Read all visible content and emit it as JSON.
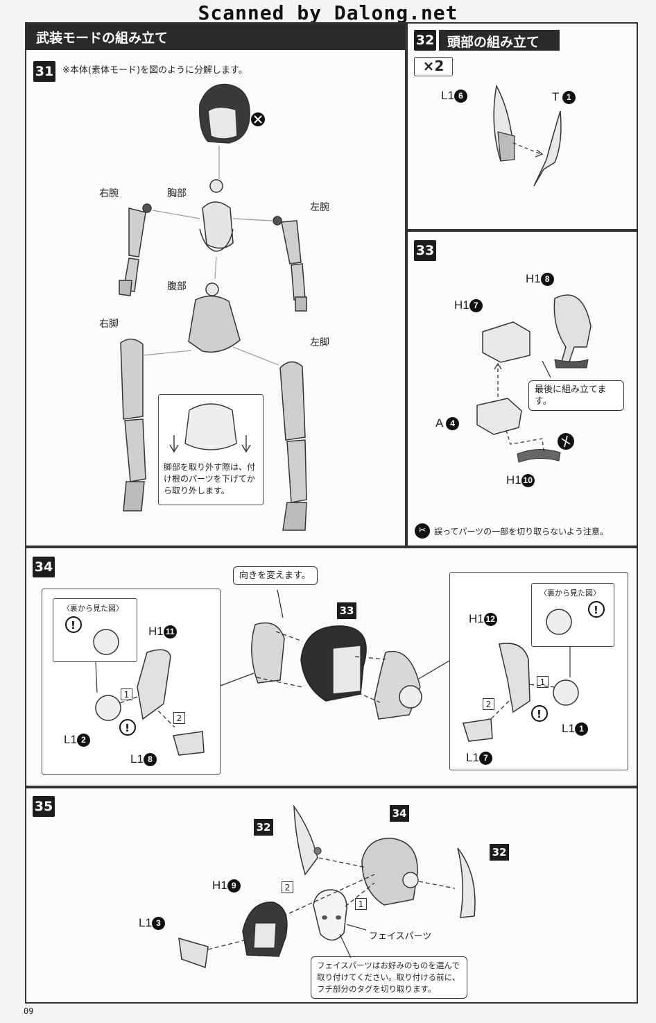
{
  "watermark": "Scanned by Dalong.net",
  "section_title": "武装モードの組み立て",
  "page_number": "09",
  "step31": {
    "number": "31",
    "instruction": "※本体(素体モード)を図のように分解します。",
    "labels": {
      "chest": "胸部",
      "right_arm": "右腕",
      "left_arm": "左腕",
      "abdomen": "腹部",
      "right_leg": "右脚",
      "left_leg": "左脚"
    },
    "note": "脚部を取り外す際は、付け根のパーツを下げてから取り外します。"
  },
  "step32": {
    "number": "32",
    "title": "頭部の組み立て",
    "multiplier": "×2",
    "parts": [
      {
        "runner": "L1",
        "num": "6"
      },
      {
        "runner": "T",
        "num": "1"
      }
    ]
  },
  "step33": {
    "number": "33",
    "parts": [
      {
        "runner": "H1",
        "num": "8"
      },
      {
        "runner": "H1",
        "num": "7"
      },
      {
        "runner": "A",
        "num": "4"
      },
      {
        "runner": "H1",
        "num": "10"
      }
    ],
    "callout": "最後に組み立てます。",
    "caution": "誤ってパーツの一部を切り取らないよう注意。"
  },
  "step34": {
    "number": "34",
    "rear_view": "〈裏から見た図〉",
    "rotate_note": "向きを変えます。",
    "ref": "33",
    "left_parts": [
      {
        "runner": "H1",
        "num": "11"
      },
      {
        "runner": "L1",
        "num": "2"
      },
      {
        "runner": "L1",
        "num": "8"
      }
    ],
    "right_parts": [
      {
        "runner": "H1",
        "num": "12"
      },
      {
        "runner": "L1",
        "num": "1"
      },
      {
        "runner": "L1",
        "num": "7"
      }
    ],
    "order": [
      "1",
      "2"
    ]
  },
  "step35": {
    "number": "35",
    "ref_left": "32",
    "ref_center": "34",
    "ref_right": "32",
    "parts": [
      {
        "runner": "H1",
        "num": "9"
      },
      {
        "runner": "L1",
        "num": "3"
      }
    ],
    "face_label": "フェイスパーツ",
    "face_note": "フェイスパーツはお好みのものを選んで取り付けてください。取り付ける前に、フチ部分のタグを切り取ります。",
    "order": [
      "1",
      "2"
    ]
  }
}
